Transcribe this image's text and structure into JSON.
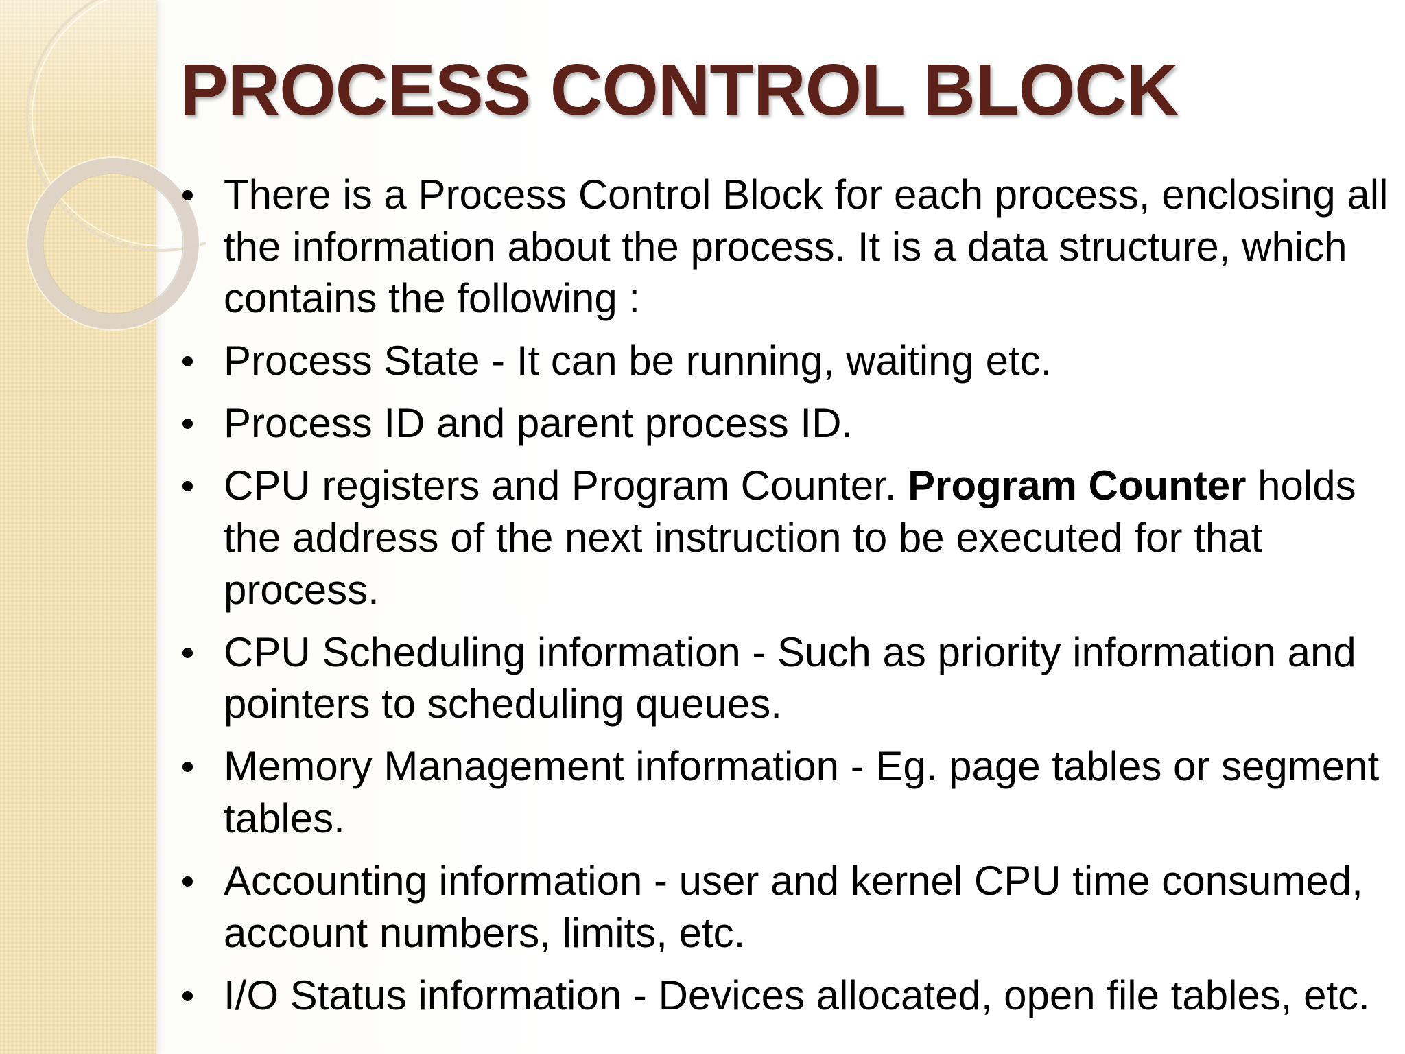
{
  "slide": {
    "title": "PROCESS CONTROL BLOCK",
    "bullets": [
      {
        "text": "There is a Process Control Block for each process, enclosing all the information about the process. It is a data structure, which contains the following :"
      },
      {
        "text": "Process State - It can be running, waiting etc."
      },
      {
        "text": "Process ID and parent process ID."
      },
      {
        "text_before": "CPU registers and Program Counter. ",
        "bold": "Program Counter",
        "text_after": " holds the address of the next instruction to be executed for that process."
      },
      {
        "text": "CPU Scheduling information - Such as priority information and pointers to scheduling queues."
      },
      {
        "text": "Memory Management information - Eg. page tables or segment tables."
      },
      {
        "text": "Accounting information - user and kernel CPU time consumed, account numbers, limits, etc."
      },
      {
        "text": "I/O Status information - Devices allocated, open file tables, etc."
      }
    ]
  },
  "colors": {
    "title": "#5c2118",
    "side_panel": "#f3e2b4",
    "body_text": "#000000"
  }
}
